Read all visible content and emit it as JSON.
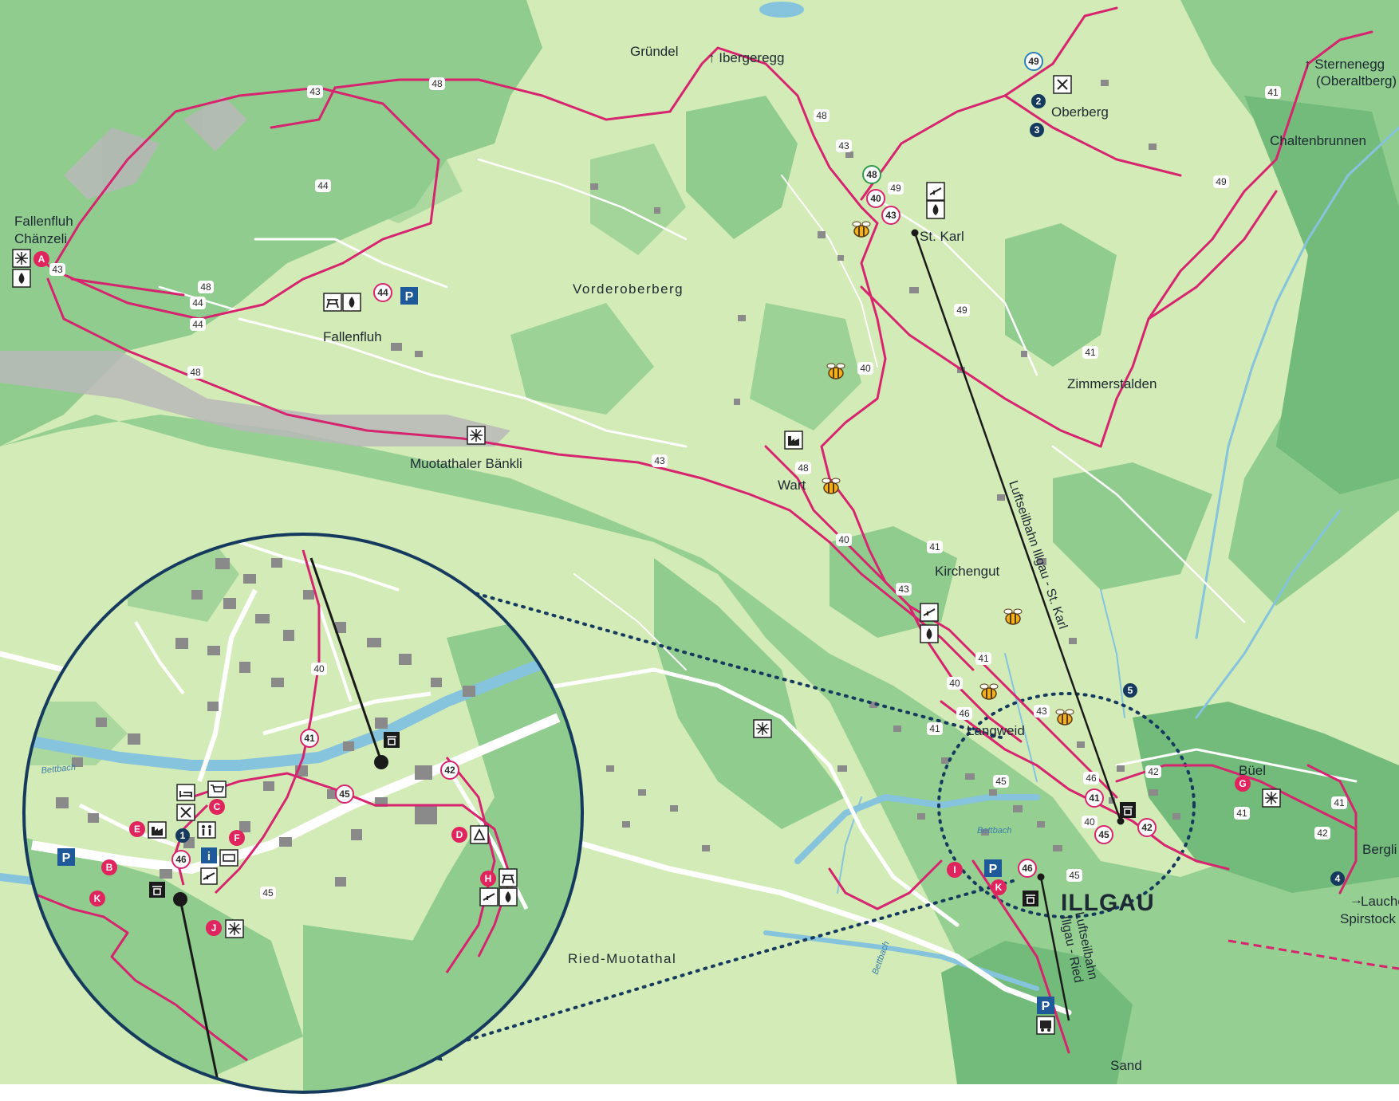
{
  "colors": {
    "meadow": "#d3ebb6",
    "forest": "#8fcc8e",
    "forest_dark": "#73bb7a",
    "trail": "#d6246e",
    "water": "#86c3dd",
    "road": "#ffffff",
    "rock": "#b8b8b8",
    "building": "#8a8a8a",
    "navy": "#163a5e",
    "inset_border": "#163a5e"
  },
  "places": {
    "grundel": "Gründel",
    "ibergeregg": "↑ Ibergeregg",
    "sternenegg": "↑ Sternenegg",
    "oberaltberg": "(Oberaltberg)",
    "oberberg": "Oberberg",
    "chaltenbrunnen": "Chaltenbrunnen",
    "fallenfluh_chanzeli_1": "Fallenfluh",
    "fallenfluh_chanzeli_2": "Chänzeli",
    "vorderoberberg": "Vorderoberberg",
    "st_karl": "St. Karl",
    "fallenfluh": "Fallenfluh",
    "zimmerstalden": "Zimmerstalden",
    "muotathaler_bankli": "Muotathaler Bänkli",
    "wart": "Wart",
    "kirchengut": "Kirchengut",
    "langweid": "Langweid",
    "buel": "Büel",
    "illgau": "ILLGAU",
    "ried_muotathal": "Ried-Muotathal",
    "sand": "Sand",
    "bergli": "Bergli",
    "laucheren": "Laucheren",
    "spirstock": "Spirstock",
    "laucheren_arrow": "→",
    "bettbach_1": "Bettbach",
    "bettbach_2": "Bettbach",
    "bettbach_3": "Bettbach"
  },
  "cableways": {
    "st_karl": "Luftseilbahn Illgau - St. Karl",
    "ried_1": "Luftseilbahn",
    "ried_2": "Illgau - Ried"
  },
  "route_labels": {
    "r43a": "43",
    "r48a": "48",
    "r44a": "44",
    "r43b": "43",
    "r48b": "48",
    "r44b": "44",
    "r48c": "48",
    "r44c": "44",
    "r43c": "43",
    "r48d": "48",
    "r43d": "43",
    "r49a": "49",
    "r49b": "49",
    "r41a": "41",
    "r49c": "49",
    "r41b": "41",
    "r40a": "40",
    "r48e": "48",
    "r40b": "40",
    "r41c": "41",
    "r43e": "43",
    "r41d": "41",
    "r40c": "40",
    "r46a": "46",
    "r43f": "43",
    "r46b": "46",
    "r41e": "41",
    "r40d": "40",
    "r45a": "45",
    "r42a": "42",
    "r45b": "45",
    "r41f": "41",
    "r41g": "41",
    "r42b": "42",
    "i40": "40",
    "i45": "45"
  },
  "circled_numbers": {
    "c49": "49",
    "c48": "48",
    "c40": "40",
    "c43": "43",
    "c44": "44",
    "c41": "41",
    "c45": "45",
    "c42": "42",
    "c46": "46",
    "i41": "41",
    "i42": "42",
    "i45": "45",
    "i46": "46"
  },
  "poi_letters": {
    "A": "A",
    "I": "I",
    "K": "K",
    "G": "G",
    "iB": "B",
    "iC": "C",
    "iD": "D",
    "iE": "E",
    "iF": "F",
    "iH": "H",
    "iJ": "J",
    "iK": "K"
  },
  "poi_digits": {
    "d2": "2",
    "d3": "3",
    "d4": "4",
    "d5": "5",
    "i1": "1"
  },
  "parking": "P",
  "info": "i"
}
